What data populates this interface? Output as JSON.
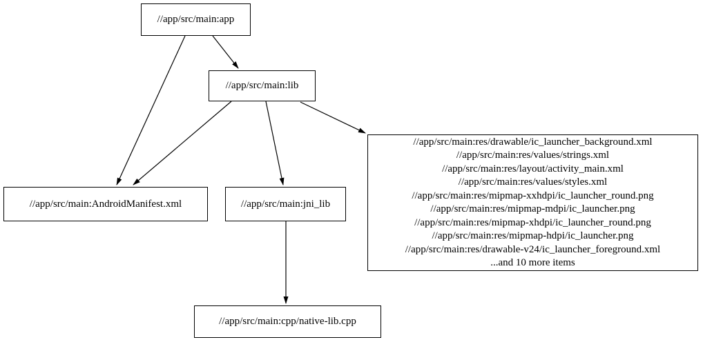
{
  "diagram": {
    "type": "dependency-graph",
    "background_color": "#ffffff",
    "node_fill_color": "#ffffff",
    "node_border_color": "#000000",
    "edge_color": "#000000"
  },
  "nodes": {
    "app": {
      "label": "//app/src/main:app"
    },
    "lib": {
      "label": "//app/src/main:lib"
    },
    "android_manifest": {
      "label": "//app/src/main:AndroidManifest.xml"
    },
    "jni_lib": {
      "label": "//app/src/main:jni_lib"
    },
    "native_lib_cpp": {
      "label": "//app/src/main:cpp/native-lib.cpp"
    },
    "resources": {
      "lines": [
        "//app/src/main:res/drawable/ic_launcher_background.xml",
        "//app/src/main:res/values/strings.xml",
        "//app/src/main:res/layout/activity_main.xml",
        "//app/src/main:res/values/styles.xml",
        "//app/src/main:res/mipmap-xxhdpi/ic_launcher_round.png",
        "//app/src/main:res/mipmap-mdpi/ic_launcher.png",
        "//app/src/main:res/mipmap-xhdpi/ic_launcher_round.png",
        "//app/src/main:res/mipmap-hdpi/ic_launcher.png",
        "//app/src/main:res/drawable-v24/ic_launcher_foreground.xml",
        "...and 10 more items"
      ]
    }
  },
  "edges": [
    {
      "from": "app",
      "to": "lib"
    },
    {
      "from": "app",
      "to": "android_manifest"
    },
    {
      "from": "lib",
      "to": "android_manifest"
    },
    {
      "from": "lib",
      "to": "jni_lib"
    },
    {
      "from": "lib",
      "to": "resources"
    },
    {
      "from": "jni_lib",
      "to": "native_lib_cpp"
    }
  ]
}
